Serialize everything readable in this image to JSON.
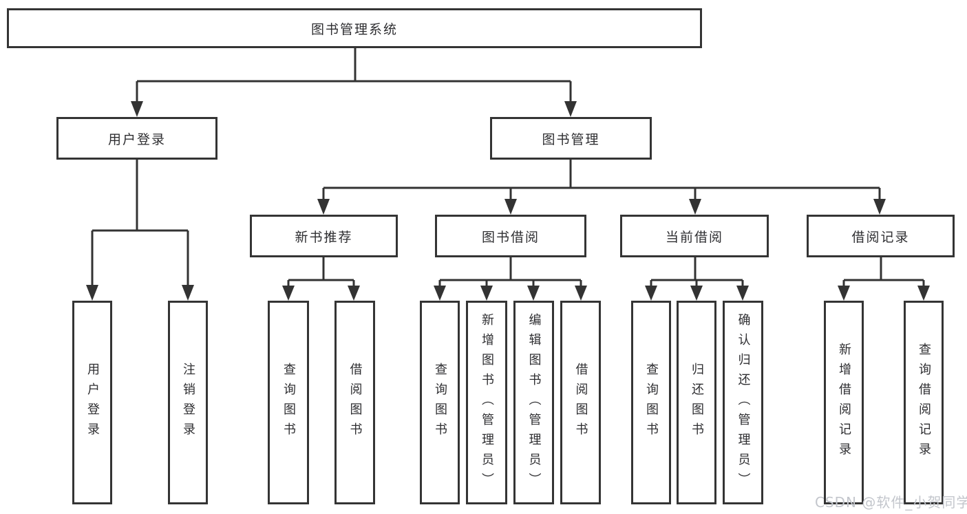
{
  "diagram": {
    "watermark": "CSDN @软件_小贺同学",
    "colors": {
      "line": "#333333",
      "border": "#343434",
      "text": "#2e2e31",
      "background": "#ffffff",
      "watermark": "#c3c6cc"
    },
    "nodes": {
      "root": {
        "label": "图书管理系统"
      }
    },
    "level2": [
      {
        "label": "用户登录"
      },
      {
        "label": "图书管理"
      }
    ],
    "level3": [
      {
        "label": "新书推荐"
      },
      {
        "label": "图书借阅"
      },
      {
        "label": "当前借阅"
      },
      {
        "label": "借阅记录"
      }
    ],
    "leaves": [
      {
        "label": "用户登录",
        "parent": "用户登录"
      },
      {
        "label": "注销登录",
        "parent": "用户登录"
      },
      {
        "label": "查询图书",
        "parent": "新书推荐"
      },
      {
        "label": "借阅图书",
        "parent": "新书推荐"
      },
      {
        "label": "查询图书",
        "parent": "图书借阅"
      },
      {
        "label": "新增图书（管理员）",
        "parent": "图书借阅"
      },
      {
        "label": "编辑图书（管理员）",
        "parent": "图书借阅"
      },
      {
        "label": "借阅图书",
        "parent": "图书借阅"
      },
      {
        "label": "查询图书",
        "parent": "当前借阅"
      },
      {
        "label": "归还图书",
        "parent": "当前借阅"
      },
      {
        "label": "确认归还（管理员）",
        "parent": "当前借阅"
      },
      {
        "label": "新增借阅记录",
        "parent": "借阅记录"
      },
      {
        "label": "查询借阅记录",
        "parent": "借阅记录"
      }
    ]
  }
}
